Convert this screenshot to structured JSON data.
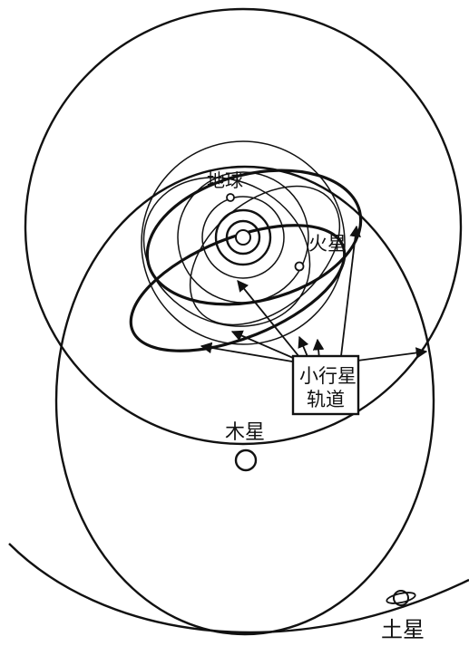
{
  "labels": {
    "earth": "地球",
    "mars": "火星",
    "asteroid_orbits_line1": "小行星",
    "asteroid_orbits_line2": "轨道",
    "jupiter": "木星",
    "saturn": "土星"
  },
  "colors": {
    "ink": "#111111",
    "background": "#ffffff"
  }
}
